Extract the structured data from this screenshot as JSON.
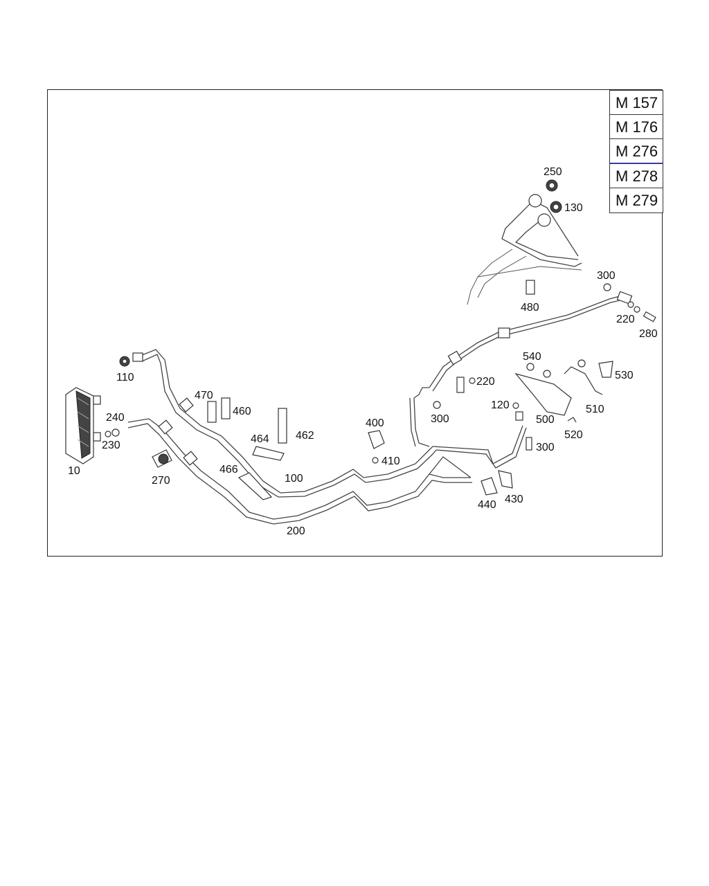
{
  "models": [
    "M 157",
    "M 176",
    "M 276",
    "M 278",
    "M 279"
  ],
  "parts": {
    "p10": "10",
    "p100": "100",
    "p110": "110",
    "p120": "120",
    "p130": "130",
    "p200": "200",
    "p220a": "220",
    "p220b": "220",
    "p230": "230",
    "p240": "240",
    "p250": "250",
    "p270": "270",
    "p280": "280",
    "p300a": "300",
    "p300b": "300",
    "p300c": "300",
    "p400": "400",
    "p410": "410",
    "p430": "430",
    "p440": "440",
    "p460": "460",
    "p462": "462",
    "p464": "464",
    "p466": "466",
    "p470": "470",
    "p480": "480",
    "p500": "500",
    "p510": "510",
    "p520": "520",
    "p530": "530",
    "p540": "540"
  }
}
